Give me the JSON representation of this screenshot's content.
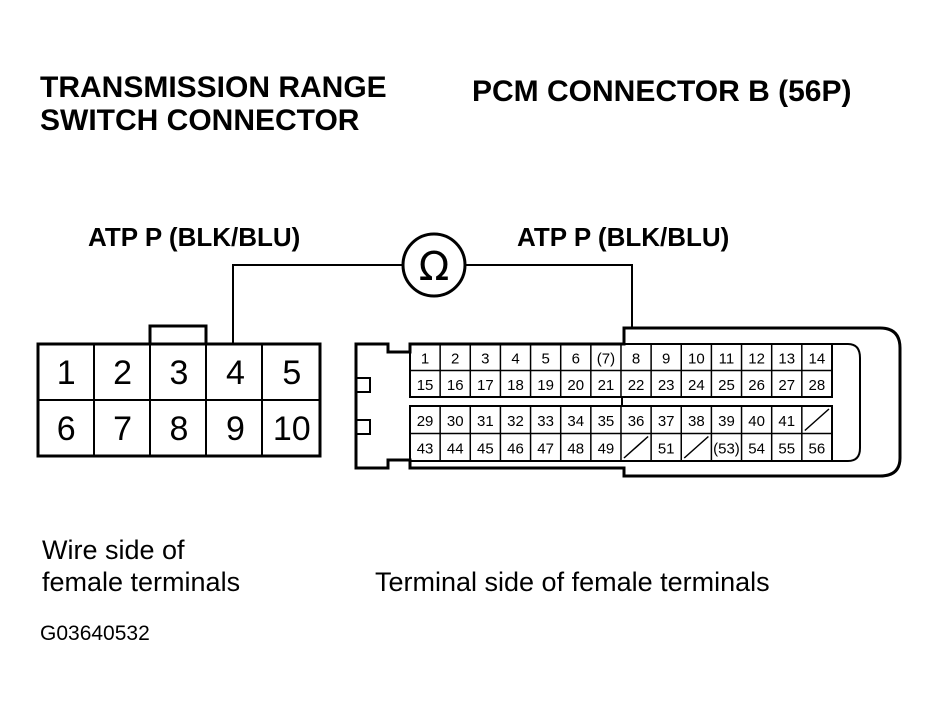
{
  "titles": {
    "trs_line1": "TRANSMISSION RANGE",
    "trs_line2": "SWITCH CONNECTOR",
    "pcm": "PCM CONNECTOR B (56P)"
  },
  "wires": {
    "left": "ATP P (BLK/BLU)",
    "right": "ATP P (BLK/BLU)"
  },
  "meter_symbol": "Ω",
  "trs_connector": {
    "row1": [
      "1",
      "2",
      "3",
      "4",
      "5"
    ],
    "row2": [
      "6",
      "7",
      "8",
      "9",
      "10"
    ]
  },
  "pcm_connector": {
    "row1": [
      "1",
      "2",
      "3",
      "4",
      "5",
      "6",
      "(7)",
      "8",
      "9",
      "10",
      "11",
      "12",
      "13",
      "14"
    ],
    "row2": [
      "15",
      "16",
      "17",
      "18",
      "19",
      "20",
      "21",
      "22",
      "23",
      "24",
      "25",
      "26",
      "27",
      "28"
    ],
    "row3": [
      "29",
      "30",
      "31",
      "32",
      "33",
      "34",
      "35",
      "36",
      "37",
      "38",
      "39",
      "40",
      "41",
      ""
    ],
    "row4": [
      "43",
      "44",
      "45",
      "46",
      "47",
      "48",
      "49",
      "",
      "51",
      "",
      "(53)",
      "54",
      "55",
      "56"
    ]
  },
  "captions": {
    "left_line1": "Wire side of",
    "left_line2": "female terminals",
    "right": "Terminal side of female terminals"
  },
  "figure_code": "G03640532"
}
